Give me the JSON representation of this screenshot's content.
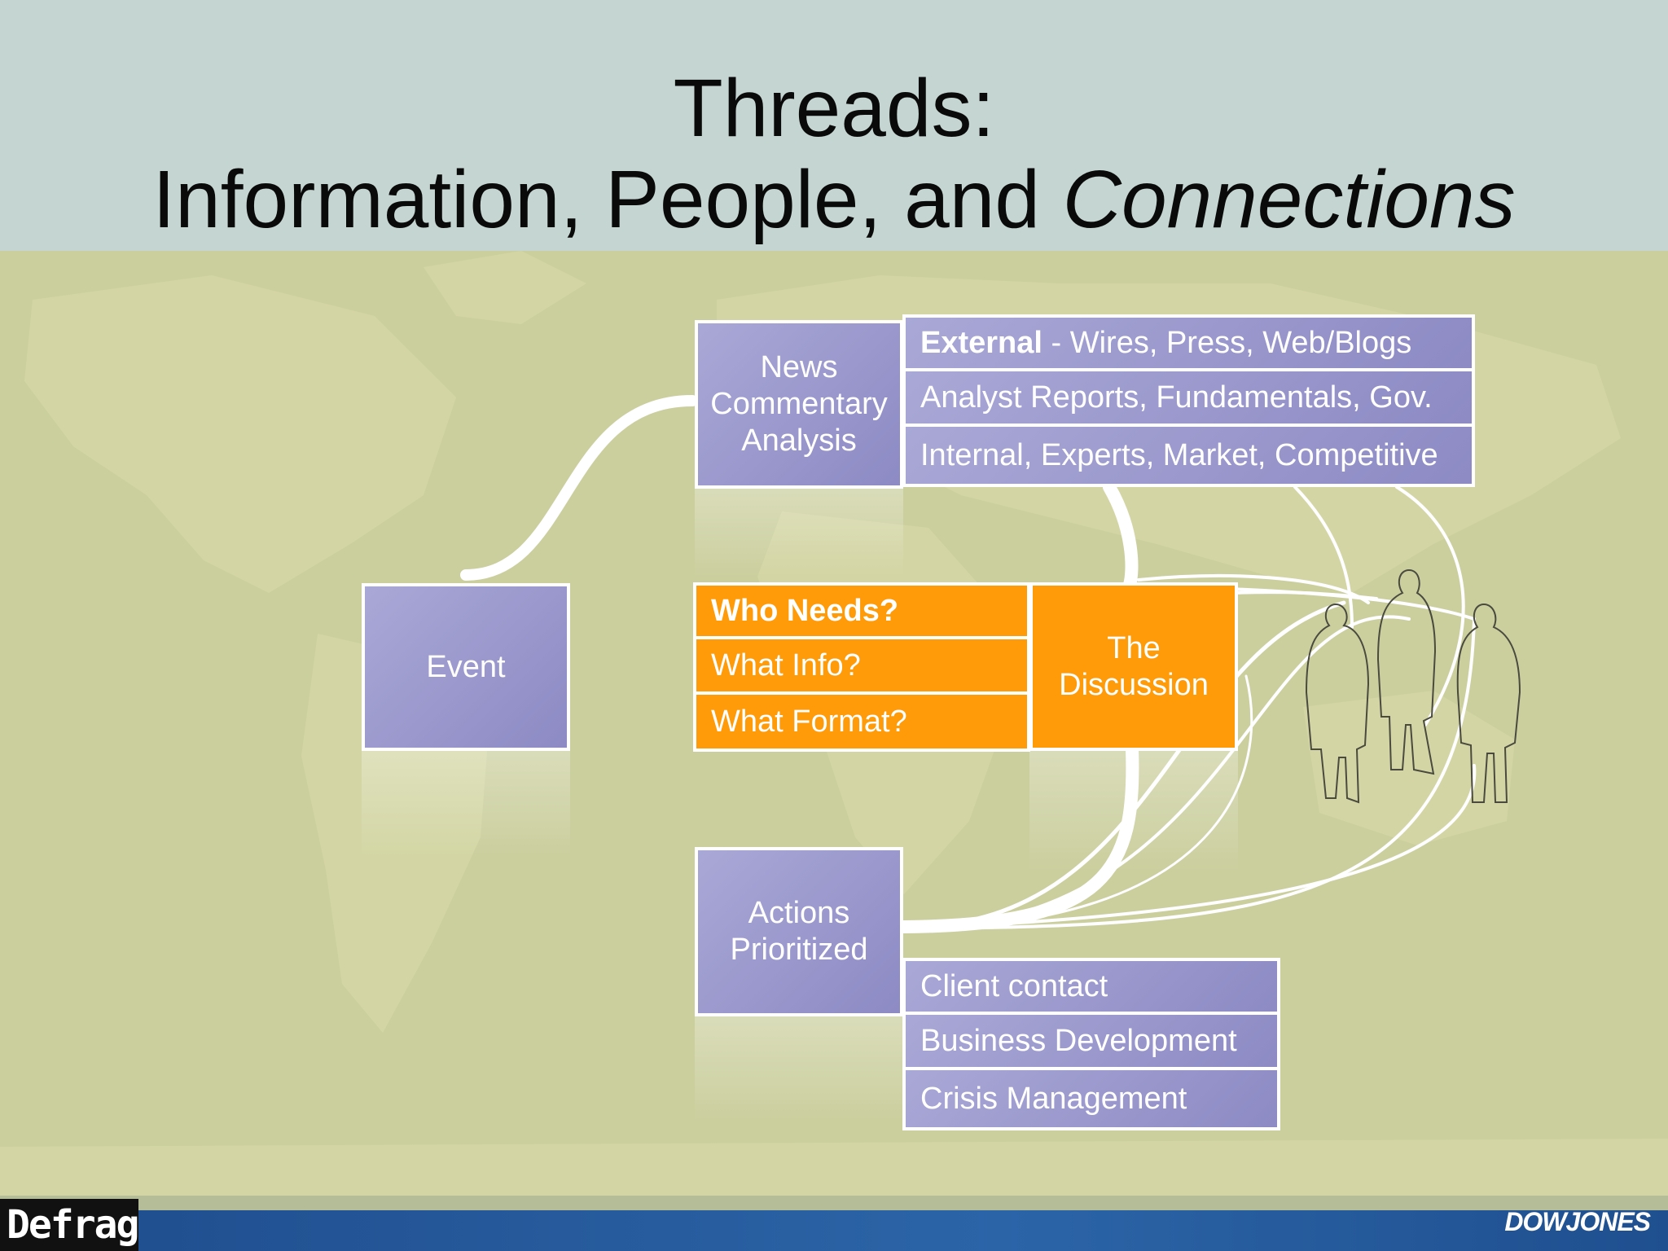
{
  "title": {
    "line1": "Threads:",
    "line2_plain": "Information, People, and ",
    "line2_italic": "Connections"
  },
  "boxes": {
    "event": "Event",
    "news": [
      "News",
      "Commentary",
      "Analysis"
    ],
    "actions": [
      "Actions",
      "Prioritized"
    ],
    "discussion": [
      "The",
      "Discussion"
    ]
  },
  "sources": {
    "row1_bold": "External",
    "row1_rest": " - Wires, Press, Web/Blogs",
    "row2": "Analyst Reports, Fundamentals, Gov.",
    "row3": "Internal, Experts, Market, Competitive"
  },
  "questions": {
    "q1": "Who Needs?",
    "q2": "What Info?",
    "q3": "What Format?"
  },
  "outcomes": {
    "o1": "Client contact",
    "o2": "Business Development",
    "o3": "Crisis Management"
  },
  "footer": {
    "left_logo": "Defrag",
    "right_logo": "DOWJONES"
  },
  "colors": {
    "purple": "#9795cc",
    "orange": "#ff9a08",
    "header_band": "#c4d5d2",
    "map_background": "#cbcf9e",
    "footer_bar": "#2b65a8"
  }
}
